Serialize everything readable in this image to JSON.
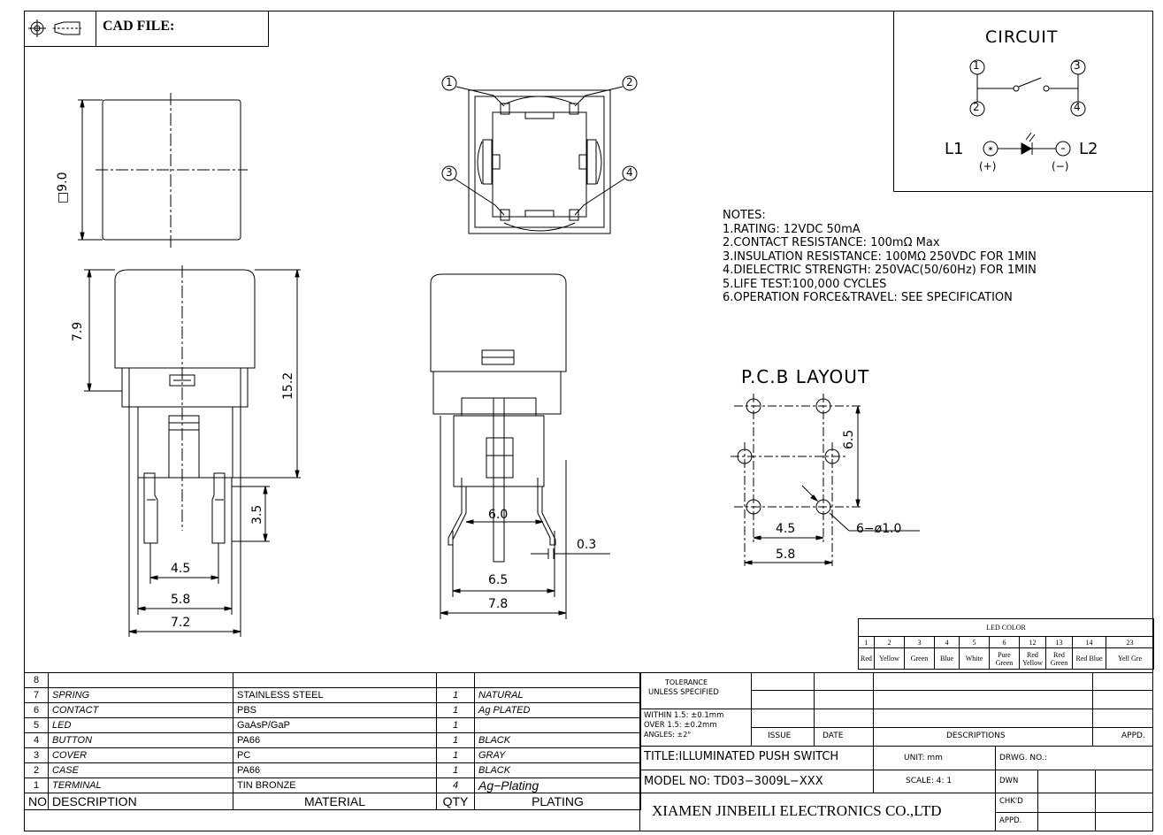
{
  "header": {
    "cad_label": "CAD FILE:"
  },
  "circuit": {
    "title": "CIRCUIT",
    "pins": [
      "1",
      "2",
      "3",
      "4"
    ],
    "led_left": "L1",
    "led_right": "L2",
    "plus": "(+)",
    "minus": "(−)"
  },
  "notes": {
    "heading": "NOTES:",
    "lines": [
      "1.RATING: 12VDC 50mA",
      "2.CONTACT RESISTANCE: 100mΩ Max",
      "3.INSULATION RESISTANCE: 100MΩ 250VDC FOR 1MIN",
      "4.DIELECTRIC STRENGTH: 250VAC(50/60Hz) FOR 1MIN",
      "5.LIFE TEST:100,000 CYCLES",
      "6.OPERATION FORCE&TRAVEL: SEE SPECIFICATION"
    ]
  },
  "pcb": {
    "title": "P.C.B LAYOUT",
    "dim_65": "6.5",
    "dim_45": "4.5",
    "dim_58": "5.8",
    "hole": "6−ø1.0"
  },
  "top_view": {
    "pins": [
      "1",
      "2",
      "3",
      "4"
    ]
  },
  "dims": {
    "sq90": "□9.0",
    "d79": "7.9",
    "d152": "15.2",
    "d35": "3.5",
    "d45": "4.5",
    "d58": "5.8",
    "d72": "7.2",
    "d60": "6.0",
    "d03": "0.3",
    "d65": "6.5",
    "d78": "7.8"
  },
  "led_color": {
    "title": "LED COLOR",
    "codes": [
      "1",
      "2",
      "3",
      "4",
      "5",
      "6",
      "12",
      "13",
      "14",
      "23"
    ],
    "colors": [
      "Red",
      "Yellow",
      "Green",
      "Blue",
      "White",
      "Pure Green",
      "Red Yellow",
      "Red Green",
      "Red Blue",
      "Yell Gre"
    ]
  },
  "bom": {
    "rows": [
      {
        "no": "8",
        "desc": "",
        "material": "",
        "qty": "",
        "plating": ""
      },
      {
        "no": "7",
        "desc": "SPRING",
        "material": "STAINLESS STEEL",
        "qty": "1",
        "plating": "NATURAL"
      },
      {
        "no": "6",
        "desc": "CONTACT",
        "material": "PBS",
        "qty": "1",
        "plating": "Ag PLATED"
      },
      {
        "no": "5",
        "desc": "LED",
        "material": "GaAsP/GaP",
        "qty": "1",
        "plating": ""
      },
      {
        "no": "4",
        "desc": "BUTTON",
        "material": "PA66",
        "qty": "1",
        "plating": "BLACK"
      },
      {
        "no": "3",
        "desc": "COVER",
        "material": "PC",
        "qty": "1",
        "plating": "GRAY"
      },
      {
        "no": "2",
        "desc": "CASE",
        "material": "PA66",
        "qty": "1",
        "plating": "BLACK"
      },
      {
        "no": "1",
        "desc": "TERMINAL",
        "material": "TIN BRONZE",
        "qty": "4",
        "plating": "Ag−Plating"
      }
    ],
    "header": {
      "no": "NO.",
      "desc": "DESCRIPTION",
      "material": "MATERIAL",
      "qty": "QTY",
      "plating": "PLATING"
    }
  },
  "title_block": {
    "tolerance": "TOLERANCE",
    "unless": "UNLESS SPECIFIED",
    "within": "WITHIN 1.5: ±0.1mm",
    "over": "OVER 1.5: ±0.2mm",
    "angles": "ANGLES: ±2°",
    "issue": "ISSUE",
    "date": "DATE",
    "descriptions": "DESCRIPTIONS",
    "appd": "APPD.",
    "title": "TITLE:ILLUMINATED PUSH SWITCH",
    "model": "MODEL NO: TD03−3009L−XXX",
    "company": "XIAMEN JINBEILI ELECTRONICS CO.,LTD",
    "unit": "UNIT: mm",
    "scale": "SCALE: 4: 1",
    "drwg_no": "DRWG. NO.:",
    "dwn": "DWN",
    "chkd": "CHK'D",
    "appd2": "APPD."
  }
}
